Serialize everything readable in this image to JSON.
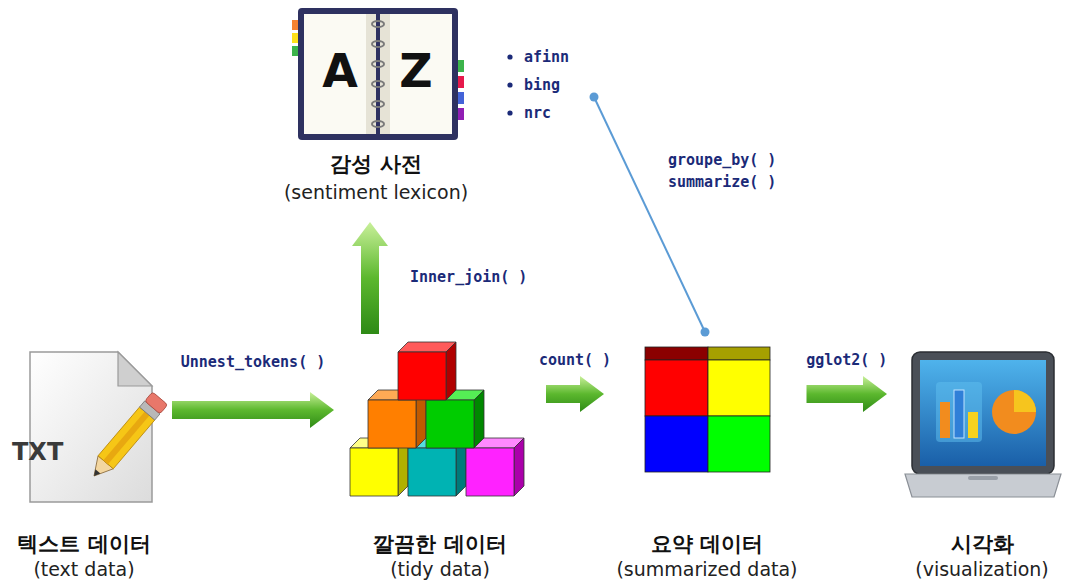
{
  "diagram": {
    "nodes": [
      {
        "text": [
          "A",
          "Z",
          "감성 사전",
          "(sentiment lexicon)",
          "afinn",
          "bing",
          "nrc"
        ]
      },
      {
        "text": [
          "TXT",
          "텍스트 데이터",
          "(text data)"
        ]
      },
      {
        "text": [
          "깔끔한 데이터",
          "(tidy data)"
        ]
      },
      {
        "text": [
          "요약 데이터",
          "(summarized data)"
        ]
      },
      {
        "text": [
          "시각화",
          "(visualization)"
        ]
      }
    ],
    "edges": [
      {
        "from": 1,
        "to": 2,
        "label": "Unnest_tokens( )",
        "arrow": "to"
      },
      {
        "from": 2,
        "to": 0,
        "label": "Inner_join( )",
        "arrow": "to"
      },
      {
        "from": 2,
        "to": 3,
        "label": "count( )",
        "arrow": "to"
      },
      {
        "from": 3,
        "to": 4,
        "label": "gglot2( )",
        "arrow": "to"
      },
      {
        "from": 0,
        "to": 3,
        "label": "groupe_by( ) summarize( )",
        "arrow": "none"
      }
    ]
  }
}
